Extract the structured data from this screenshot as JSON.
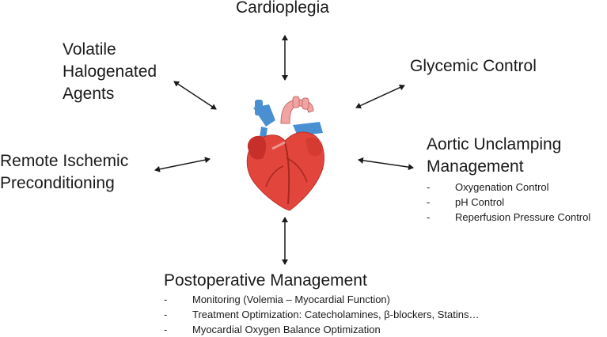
{
  "center": {
    "icon": "heart-icon"
  },
  "factors": {
    "cardioplegia": "Cardioplegia",
    "volatile": [
      "Volatile",
      "Halogenated",
      "Agents"
    ],
    "glycemic": "Glycemic Control",
    "remote": [
      "Remote Ischemic",
      "Preconditioning"
    ],
    "aortic": {
      "title": [
        "Aortic Unclamping",
        "Management"
      ],
      "items": [
        "Oxygenation Control",
        "pH Control",
        "Reperfusion Pressure Control"
      ]
    },
    "postop": {
      "title": "Postoperative Management",
      "items": [
        "Monitoring (Volemia – Myocardial Function)",
        "Treatment Optimization: Catecholamines, β-blockers, Statins…",
        "Myocardial Oxygen Balance Optimization"
      ]
    }
  },
  "colors": {
    "arrow": "#1a1a1a",
    "heart": "#e2453c",
    "vessel_blue": "#4a8fd1",
    "vessel_pink": "#f2a3a3"
  }
}
